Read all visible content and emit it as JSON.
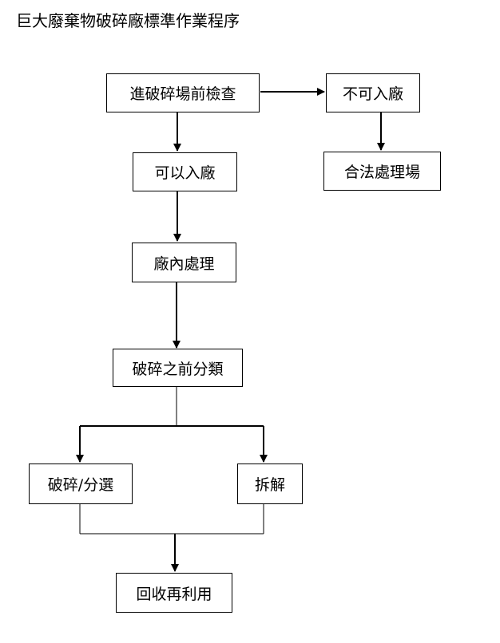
{
  "title": "巨大廢棄物破碎廠標準作業程序",
  "nodes": {
    "pre_inspection": "進破碎場前檢查",
    "not_allowed": "不可入廠",
    "legal_site": "合法處理場",
    "allowed": "可以入廠",
    "in_plant": "廠內處理",
    "pre_sort": "破碎之前分類",
    "crush_sort": "破碎/分選",
    "dismantle": "拆解",
    "recycle": "回收再利用"
  }
}
